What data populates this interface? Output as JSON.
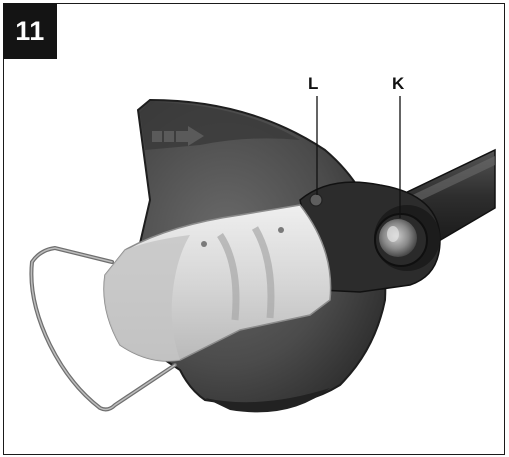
{
  "figure": {
    "number": "11"
  },
  "callouts": {
    "l": "L",
    "k": "K"
  },
  "colors": {
    "guard": "#4a4a4a",
    "tube": "#2b2b2b",
    "housing": "#d9d9d9",
    "badge": "#141414"
  },
  "icons": {
    "arrow": "direction-arrow-icon"
  }
}
